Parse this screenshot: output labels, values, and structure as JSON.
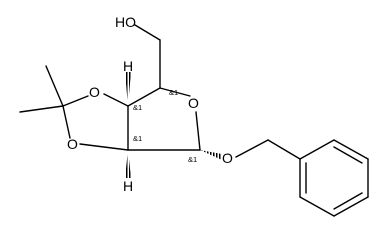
{
  "molecule": {
    "atoms": {
      "hydroxyl": "HO",
      "ring_oxygen": "O",
      "dioxolane_o_upper": "O",
      "dioxolane_o_lower": "O",
      "glycosidic_oxygen": "O",
      "h_upper": "H",
      "h_lower": "H"
    },
    "stereo_labels": {
      "c4": "&1",
      "c3": "&1",
      "c2": "&1",
      "c1": "&1"
    }
  }
}
